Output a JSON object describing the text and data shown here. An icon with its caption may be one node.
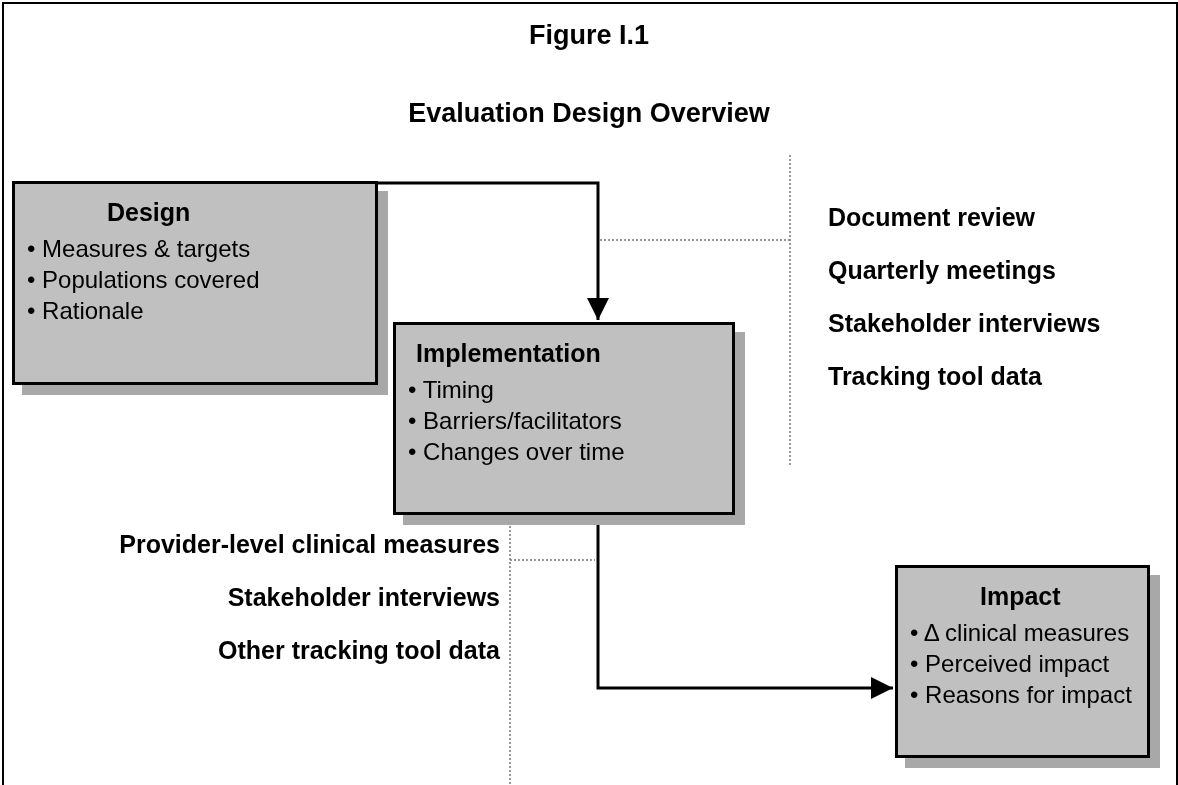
{
  "diagram": {
    "title": "Figure I.1",
    "nodes": [
      {
        "text": [
          "Design",
          "• Measures & targets",
          "• Populations covered",
          "• Rationale"
        ]
      },
      {
        "text": [
          "Implementation",
          "• Timing",
          "• Barriers/facilitators",
          "• Changes over time"
        ]
      },
      {
        "text": [
          "Impact",
          "• Δ clinical measures",
          "• Perceived impact",
          "• Reasons for impact"
        ]
      },
      {
        "text": [
          "Document review",
          "Quarterly meetings",
          "Stakeholder interviews",
          "Tracking tool data"
        ]
      },
      {
        "text": [
          "Provider-level clinical measures",
          "Stakeholder interviews",
          "Other tracking tool data"
        ]
      }
    ],
    "edges": [
      {
        "from": 0,
        "to": 1,
        "arrow": "to"
      },
      {
        "from": 1,
        "to": 2,
        "arrow": "to"
      },
      {
        "from": 3,
        "to": null,
        "arrow": "none",
        "style": "dashed",
        "color": "#777777"
      },
      {
        "from": 4,
        "to": null,
        "arrow": "none",
        "style": "dashed",
        "color": "#777777"
      }
    ],
    "labels": [
      "Evaluation Design Overview"
    ]
  }
}
